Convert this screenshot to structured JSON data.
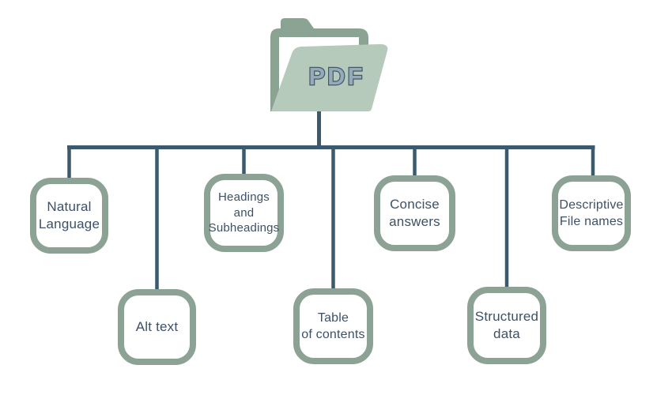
{
  "folder": {
    "label": "PDF"
  },
  "nodes": [
    {
      "id": "natural-language",
      "label": "Natural Language",
      "lines": [
        "Natural",
        "Language"
      ]
    },
    {
      "id": "alt-text",
      "label": "Alt text",
      "lines": [
        "Alt text"
      ]
    },
    {
      "id": "headings-subheadings",
      "label": "Headings and Subheadings",
      "lines": [
        "Headings",
        "and",
        "Subheadings"
      ]
    },
    {
      "id": "table-of-contents",
      "label": "Table of contents",
      "lines": [
        "Table",
        "of contents"
      ]
    },
    {
      "id": "concise-answers",
      "label": "Concise answers",
      "lines": [
        "Concise",
        "answers"
      ]
    },
    {
      "id": "structured-data",
      "label": "Structured data",
      "lines": [
        "Structured",
        "data"
      ]
    },
    {
      "id": "descriptive-file-names",
      "label": "Descriptive File names",
      "lines": [
        "Descriptive",
        "File names"
      ]
    }
  ],
  "colors": {
    "background": "#ffffff",
    "connector": "#3c5a6d",
    "box_border": "#8ba295",
    "box_fill": "#ffffff",
    "box_text": "#3c5168",
    "folder_back": "#8aa393",
    "folder_front": "#b5cabb",
    "pdf_fill": "#96abb9",
    "pdf_outline": "#43566a"
  }
}
